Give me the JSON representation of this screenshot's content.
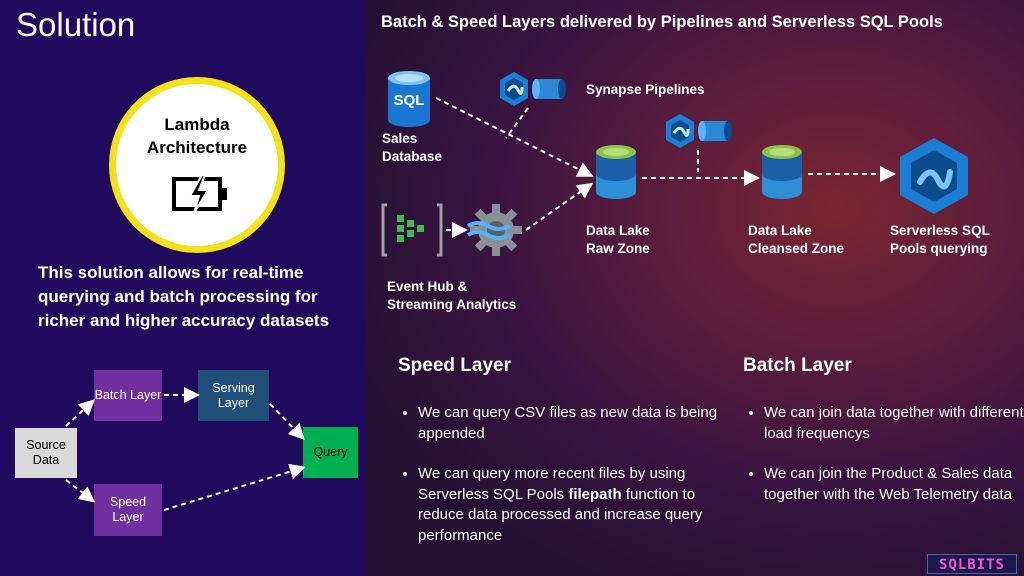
{
  "title": "Solution",
  "lambda": {
    "label_line1": "Lambda",
    "label_line2": "Architecture",
    "icon": "battery-charging-icon"
  },
  "lead_text": "This solution allows for real-time querying and batch processing for richer and higher accuracy datasets",
  "small_diagram": {
    "source": "Source Data",
    "batch": "Batch Layer",
    "serving": "Serving Layer",
    "speed": "Speed Layer",
    "query": "Query",
    "colors": {
      "batch": "#7030a0",
      "speed": "#7030a0",
      "serving": "#1f4e79",
      "query": "#00b050",
      "source": "#d9d9d9"
    }
  },
  "right": {
    "heading": "Batch & Speed Layers delivered by Pipelines and Serverless SQL Pools",
    "sql_icon_text": "SQL",
    "sales_db_line1": "Sales",
    "sales_db_line2": "Database",
    "synapse_pipelines": "Synapse Pipelines",
    "event_hub_line1": "Event Hub &",
    "event_hub_line2": "Streaming Analytics",
    "raw_zone_line1": "Data Lake",
    "raw_zone_line2": "Raw Zone",
    "cleansed_line1": "Data Lake",
    "cleansed_line2": "Cleansed Zone",
    "serverless_line1": "Serverless SQL",
    "serverless_line2": "Pools querying"
  },
  "speed_layer": {
    "heading": "Speed Layer",
    "b1": "We can query CSV files as new data is being appended",
    "b2_pre": "We can query more recent files by using Serverless SQL Pools ",
    "b2_bold": "filepath",
    "b2_post": " function to reduce data processed and increase query performance"
  },
  "batch_layer": {
    "heading": "Batch Layer",
    "b1": "We can join data together with different load frequencys",
    "b2": "We can join the Product & Sales data together with the Web Telemetry data"
  },
  "logo": "SQLBITS"
}
